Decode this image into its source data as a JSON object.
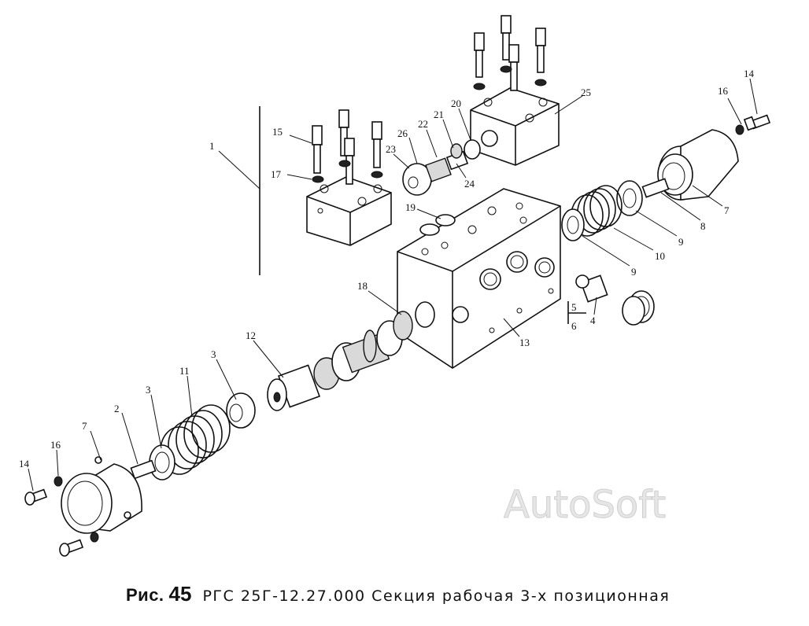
{
  "callouts": {
    "c1": "1",
    "c2": "2",
    "c3a": "3",
    "c3b": "3",
    "c4": "4",
    "c5": "5",
    "c6": "6",
    "c7a": "7",
    "c7b": "7",
    "c8": "8",
    "c9a": "9",
    "c9b": "9",
    "c10": "10",
    "c11": "11",
    "c12": "12",
    "c13": "13",
    "c14a": "14",
    "c14b": "14",
    "c15": "15",
    "c16a": "16",
    "c16b": "16",
    "c17": "17",
    "c18": "18",
    "c19": "19",
    "c20": "20",
    "c21": "21",
    "c22": "22",
    "c23": "23",
    "c24": "24",
    "c25": "25",
    "c26": "26"
  },
  "watermark": "AutoSoft",
  "caption": {
    "prefix": "Рис.",
    "figure_number": "45",
    "text": "РГС 25Г-12.27.000 Секция рабочая 3-х позиционная"
  }
}
